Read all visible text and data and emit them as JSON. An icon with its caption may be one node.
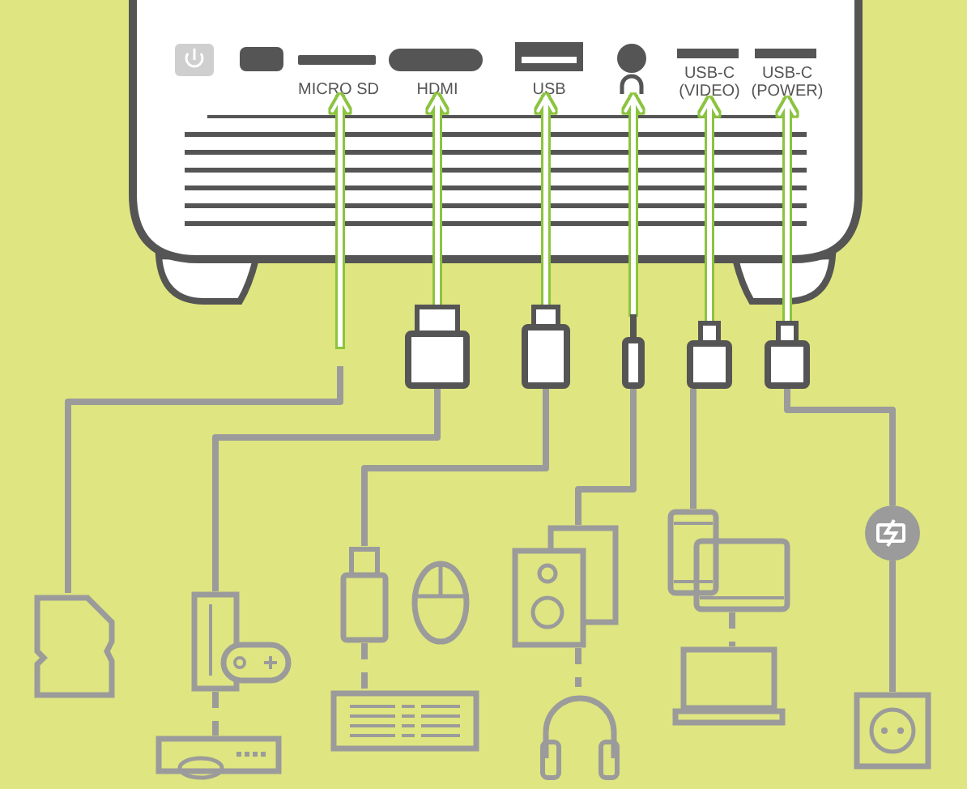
{
  "diagram": {
    "nodes": [
      {
        "text": [],
        "shape": "box"
      },
      {
        "text": [
          "MICRO SD"
        ],
        "in": 0
      },
      {
        "text": [
          "HDMI"
        ],
        "in": 0
      },
      {
        "text": [
          "USB"
        ],
        "in": 0
      },
      {
        "text": [],
        "shape": "circle",
        "in": 0
      },
      {
        "text": [
          "USB-C (VIDEO)"
        ],
        "in": 0
      },
      {
        "text": [
          "USB-C (POWER)"
        ],
        "in": 0
      },
      {
        "text": [],
        "shape": "plug"
      },
      {
        "text": [],
        "shape": "plug"
      },
      {
        "text": [],
        "shape": "plug"
      },
      {
        "text": [],
        "shape": "plug"
      },
      {
        "text": [],
        "shape": "plug"
      },
      {
        "text": [],
        "shape": "card"
      },
      {
        "text": [],
        "shape": "console"
      },
      {
        "text": [],
        "shape": "gamepad"
      },
      {
        "text": [],
        "shape": "player"
      },
      {
        "text": [],
        "shape": "stick"
      },
      {
        "text": [],
        "shape": "mouse"
      },
      {
        "text": [],
        "shape": "keyboard"
      },
      {
        "text": [],
        "shape": "speaker"
      },
      {
        "text": [],
        "shape": "headphones"
      },
      {
        "text": [],
        "shape": "phone"
      },
      {
        "text": [],
        "shape": "tablet"
      },
      {
        "text": [],
        "shape": "laptop"
      },
      {
        "text": [],
        "shape": "circle"
      },
      {
        "text": [],
        "shape": "socket"
      }
    ],
    "edges": [
      {
        "from": null,
        "to": 1,
        "arrow": "to",
        "color": "#ffffff"
      },
      {
        "from": 7,
        "to": 2,
        "arrow": "to",
        "color": "#ffffff"
      },
      {
        "from": 8,
        "to": 3,
        "arrow": "to",
        "color": "#ffffff"
      },
      {
        "from": 9,
        "to": 4,
        "arrow": "to",
        "color": "#ffffff"
      },
      {
        "from": 10,
        "to": 5,
        "arrow": "to",
        "color": "#ffffff"
      },
      {
        "from": 11,
        "to": 6,
        "arrow": "to",
        "color": "#ffffff"
      },
      {
        "from": null,
        "to": 12,
        "arrow": "none"
      },
      {
        "from": 7,
        "to": 13,
        "arrow": "none"
      },
      {
        "from": 13,
        "to": 15,
        "arrow": "none",
        "style": "dashed"
      },
      {
        "from": 8,
        "to": 16,
        "arrow": "none"
      },
      {
        "from": 16,
        "to": 18,
        "arrow": "none",
        "style": "dashed"
      },
      {
        "from": 9,
        "to": 19,
        "arrow": "none"
      },
      {
        "from": 19,
        "to": 20,
        "arrow": "none",
        "style": "dashed"
      },
      {
        "from": 10,
        "to": 21,
        "arrow": "none"
      },
      {
        "from": 22,
        "to": 23,
        "arrow": "none",
        "style": "dashed"
      },
      {
        "from": 11,
        "to": 24,
        "arrow": "none"
      },
      {
        "from": 24,
        "to": 25,
        "arrow": "none"
      }
    ]
  }
}
